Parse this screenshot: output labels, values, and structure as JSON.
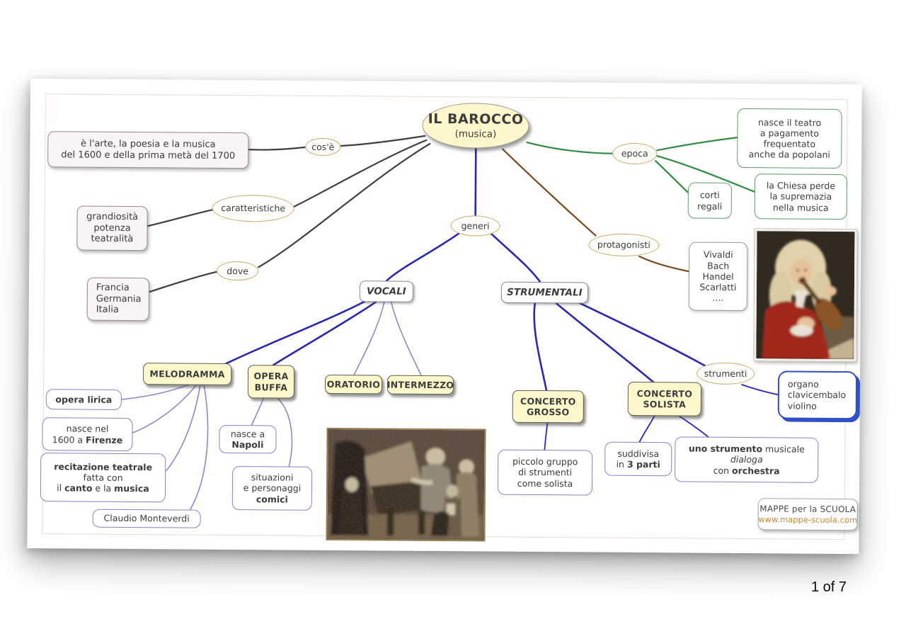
{
  "page_indicator": "1 of 7",
  "map": {
    "title": {
      "line1": "IL BAROCCO",
      "line2": "(musica)"
    },
    "labels": {
      "cose": "cos'è",
      "caratteristiche": "caratteristiche",
      "dove": "dove",
      "generi": "generi",
      "epoca": "epoca",
      "protagonisti": "protagonisti",
      "strumenti": "strumenti"
    },
    "nodes": {
      "arte": {
        "l1": "è l'arte, la poesia e la musica",
        "l2": "del 1600 e della prima metà del 1700"
      },
      "grandiosita": {
        "l1": "grandiosità",
        "l2": "potenza",
        "l3": "teatralità"
      },
      "paesi": {
        "l1": "Francia",
        "l2": "Germania",
        "l3": "Italia"
      },
      "teatro": {
        "l1": "nasce il teatro",
        "l2": "a pagamento",
        "l3": "frequentato",
        "l4": "anche da popolani"
      },
      "corti": {
        "l1": "corti",
        "l2": "regali"
      },
      "chiesa": {
        "l1": "la Chiesa perde",
        "l2": "la supremazia",
        "l3": "nella musica"
      },
      "autori": {
        "l1": "Vivaldi",
        "l2": "Bach",
        "l3": "Handel",
        "l4": "Scarlatti",
        "l5": "...."
      },
      "vocali": "VOCALI",
      "strumentali": "STRUMENTALI",
      "melodramma": "MELODRAMMA",
      "operabuffa": {
        "l1": "OPERA",
        "l2": "BUFFA"
      },
      "oratorio": "ORATORIO",
      "intermezzo": "INTERMEZZO",
      "operalirica": "opera lirica",
      "firenze": {
        "l1": "nasce nel",
        "l2a": "1600 a ",
        "l2b": "Firenze"
      },
      "recitazione": {
        "l1": "recitazione teatrale",
        "l2": "fatta con",
        "l3a": "il ",
        "l3b": "canto",
        "l3c": " e la ",
        "l3d": "musica"
      },
      "monteverdi": "Claudio Monteverdi",
      "napoli": {
        "l1": "nasce a",
        "l2": "Napoli"
      },
      "comici": {
        "l1": "situazioni",
        "l2": "e personaggi",
        "l3": "comici"
      },
      "cgrosso": {
        "l1": "CONCERTO",
        "l2": "GROSSO"
      },
      "csolista": {
        "l1": "CONCERTO",
        "l2": "SOLISTA"
      },
      "piccolo": {
        "l1": "piccolo gruppo",
        "l2": "di strumenti",
        "l3": "come solista"
      },
      "suddivisa": {
        "l1": "suddivisa",
        "l2a": "in ",
        "l2b": "3 parti"
      },
      "dialoga": {
        "l1a": "uno strumento",
        "l1b": " musicale",
        "l2": "dialoga",
        "l3a": "con ",
        "l3b": "orchestra"
      },
      "organo": {
        "l1": "organo",
        "l2": "clavicembalo",
        "l3": "violino"
      }
    },
    "logo": {
      "l1": "MAPPE per la SCUOLA",
      "l2": "www.mappe-scuola.com"
    },
    "colors": {
      "line_black": "#3f3f3f",
      "line_blue": "#2828b4",
      "line_violet": "#8a8ace",
      "line_green": "#2e8b47",
      "line_brown": "#7a4a20",
      "ellipse_border": "#c9a96b",
      "yellow_fill": "#fcf8cc",
      "green_border": "#5a9e68",
      "violet_border": "#8484c6",
      "blue_border": "#3050c8",
      "logo_url_color": "#c8862f"
    }
  }
}
